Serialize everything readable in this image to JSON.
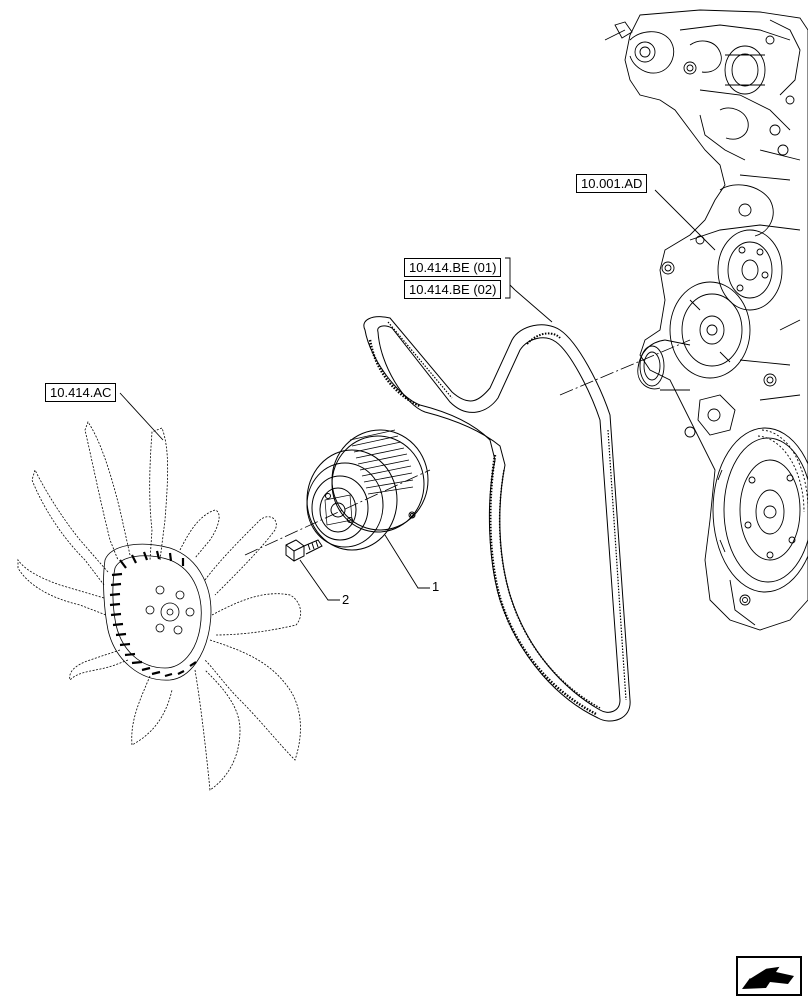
{
  "references": {
    "engine": "10.001.AD",
    "belt_1": "10.414.BE (01)",
    "belt_2": "10.414.BE (02)",
    "fan": "10.414.AC"
  },
  "callouts": {
    "item_1": "1",
    "item_2": "2"
  },
  "navigation": {
    "icon": "arrow-left-icon"
  }
}
